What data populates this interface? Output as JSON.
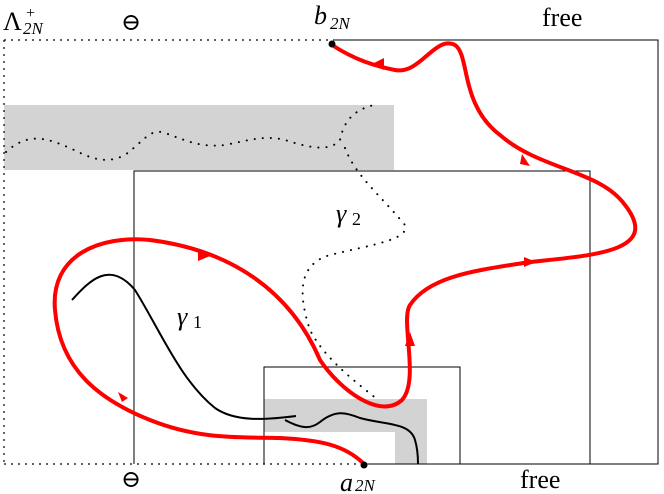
{
  "labels": {
    "lambda": "Λ",
    "lambda_sup": "+",
    "lambda_sub": "2N",
    "minus_top": "⊖",
    "minus_bottom": "⊖",
    "b": "b",
    "b_sub": "2N",
    "a": "a",
    "a_sub": "2N",
    "free_top": "free",
    "free_bottom": "free",
    "gamma1": "γ",
    "gamma1_sub": "1",
    "gamma2": "γ",
    "gamma2_sub": "2"
  },
  "colors": {
    "red_path": "#ff0000",
    "gray_region": "#d3d3d3",
    "lines": "#000000"
  }
}
